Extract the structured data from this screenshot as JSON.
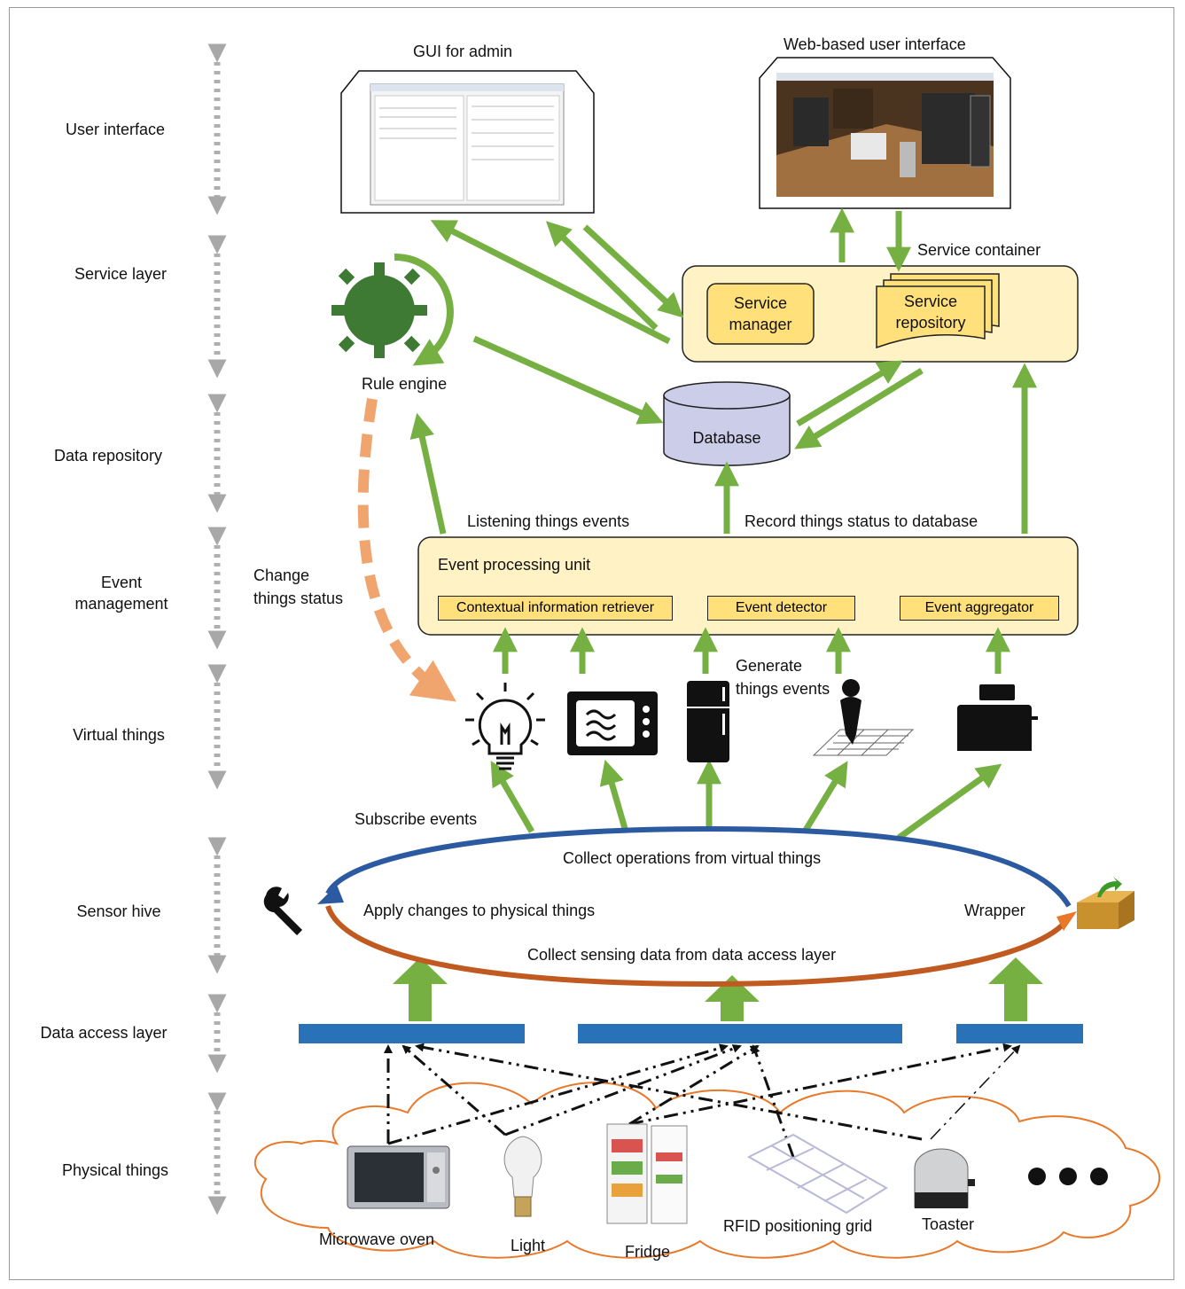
{
  "layers": [
    {
      "label": "User interface"
    },
    {
      "label": "Service layer"
    },
    {
      "label": "Data repository"
    },
    {
      "label": "Event\nmanagement"
    },
    {
      "label": "Virtual things"
    },
    {
      "label": "Sensor hive"
    },
    {
      "label": "Data access layer"
    },
    {
      "label": "Physical things"
    }
  ],
  "ui": {
    "gui_admin": "GUI for admin",
    "web_ui": "Web-based user interface"
  },
  "service": {
    "container": "Service container",
    "manager": "Service\nmanager",
    "repository": "Service\nrepository",
    "rule_engine": "Rule engine"
  },
  "data": {
    "database": "Database"
  },
  "events": {
    "unit": "Event processing unit",
    "retriever": "Contextual information retriever",
    "detector": "Event detector",
    "aggregator": "Event aggregator",
    "listening": "Listening things events",
    "record": "Record things status to database",
    "change": "Change\nthings status",
    "generate": "Generate\nthings events"
  },
  "hive": {
    "subscribe": "Subscribe events",
    "collect_ops": "Collect operations from virtual things",
    "apply": "Apply changes to physical things",
    "wrapper": "Wrapper",
    "collect_sensing": "Collect sensing data from data access layer"
  },
  "physical": {
    "microwave": "Microwave oven",
    "light": "Light",
    "fridge": "Fridge",
    "rfid": "RFID positioning grid",
    "toaster": "Toaster"
  },
  "colors": {
    "green": "#76b043",
    "blue_bar": "#2a72b8",
    "box_fill": "#fff3c6",
    "sub_fill": "#ffe07a",
    "db_fill": "#cccde8",
    "rule_engine": "#3f7a35",
    "orange": "#f0a56e",
    "cloud": "#e8782a"
  }
}
